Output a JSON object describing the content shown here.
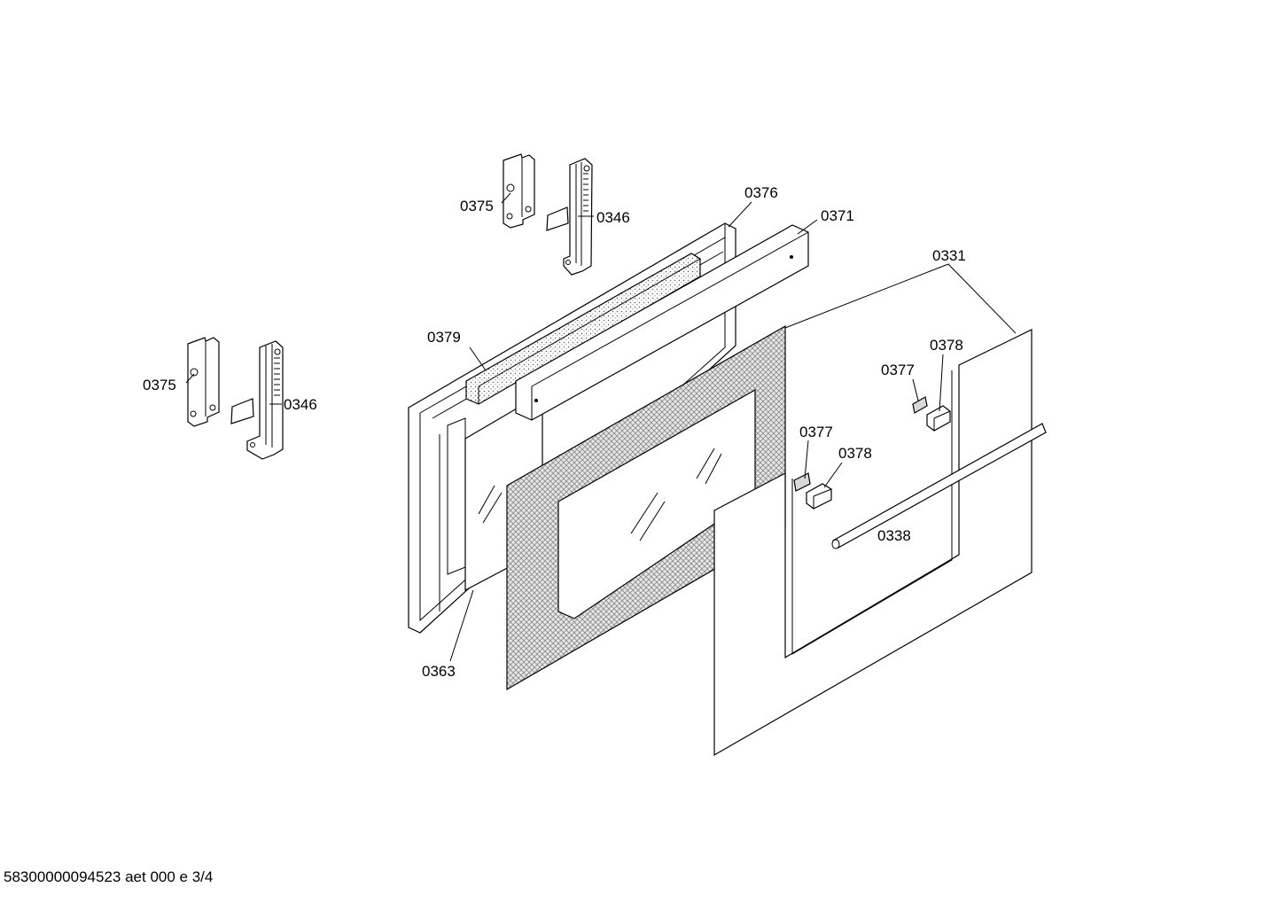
{
  "labels": {
    "l375a": "0375",
    "l346a": "0346",
    "l375b": "0375",
    "l346b": "0346",
    "l376": "0376",
    "l371": "0371",
    "l331": "0331",
    "l379": "0379",
    "l378a": "0378",
    "l377a": "0377",
    "l377b": "0377",
    "l378b": "0378",
    "l338": "0338",
    "l363": "0363"
  },
  "footer": "58300000094523 aet 000 e 3/4",
  "colors": {
    "ink": "#000000",
    "mesh": "#bdbdbd",
    "background": "#ffffff"
  }
}
